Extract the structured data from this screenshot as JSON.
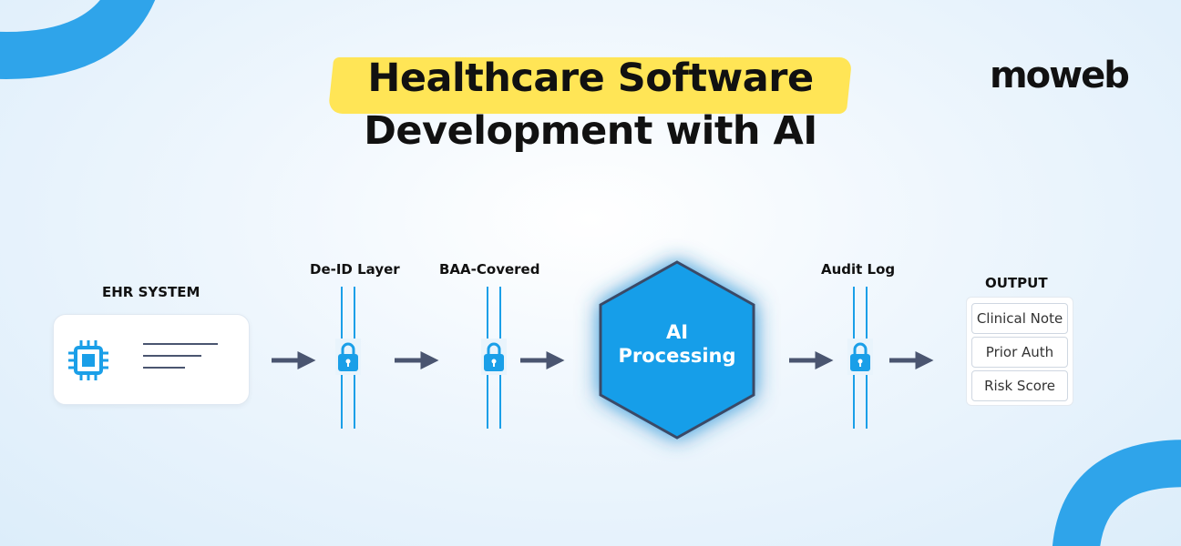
{
  "title": {
    "line1": "Healthcare Software",
    "line2": "Development with AI"
  },
  "logo": {
    "text": "moweb"
  },
  "nodes": {
    "ehr": {
      "label": "EHR SYSTEM"
    },
    "deid": {
      "label": "De-ID Layer"
    },
    "baa": {
      "label": "BAA-Covered"
    },
    "ai": {
      "label_line1": "AI",
      "label_line2": "Processing"
    },
    "audit": {
      "label": "Audit Log"
    },
    "output": {
      "label": "OUTPUT",
      "items": [
        "Clinical Note",
        "Prior Auth",
        "Risk Score"
      ]
    }
  },
  "colors": {
    "accent_blue": "#1a9fe8",
    "hexagon_fill": "#129ee9",
    "arrow": "#4a5570",
    "highlight": "#ffe44d"
  },
  "icons": [
    "chip-icon",
    "lock-icon",
    "arrow-right-icon"
  ]
}
